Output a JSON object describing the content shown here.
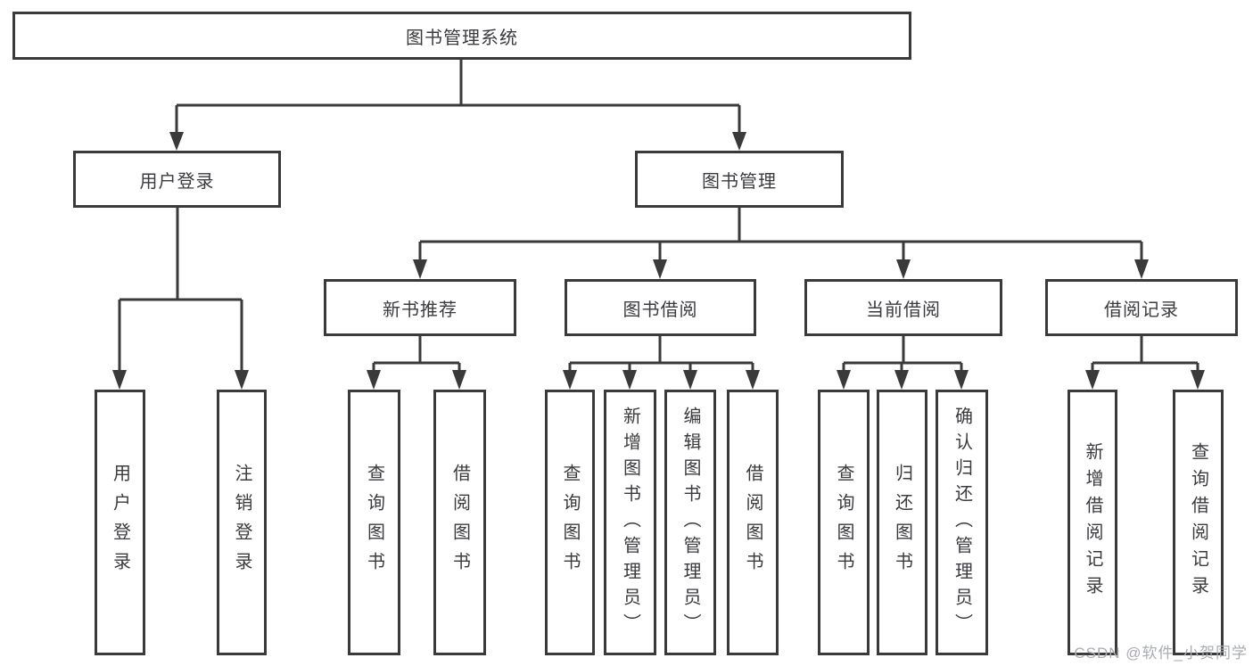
{
  "tree": {
    "root": {
      "label": "图书管理系统"
    },
    "branches": [
      {
        "label": "用户登录",
        "children": [
          {
            "label": "用户登录"
          },
          {
            "label": "注销登录"
          }
        ]
      },
      {
        "label": "图书管理",
        "children": [
          {
            "label": "新书推荐",
            "children": [
              {
                "label": "查询图书"
              },
              {
                "label": "借阅图书"
              }
            ]
          },
          {
            "label": "图书借阅",
            "children": [
              {
                "label": "查询图书"
              },
              {
                "label": "新增图书（管理员）"
              },
              {
                "label": "编辑图书（管理员）"
              },
              {
                "label": "借阅图书"
              }
            ]
          },
          {
            "label": "当前借阅",
            "children": [
              {
                "label": "查询图书"
              },
              {
                "label": "归还图书"
              },
              {
                "label": "确认归还（管理员）"
              }
            ]
          },
          {
            "label": "借阅记录",
            "children": [
              {
                "label": "新增借阅记录"
              },
              {
                "label": "查询借阅记录"
              }
            ]
          }
        ]
      }
    ]
  },
  "watermark": {
    "text": "CSDN @软件_小贺同学"
  },
  "colors": {
    "line": "#3a3a3a",
    "node_text": "#3b3b3f",
    "watermark": "#a9acb2",
    "background": "#ffffff"
  }
}
